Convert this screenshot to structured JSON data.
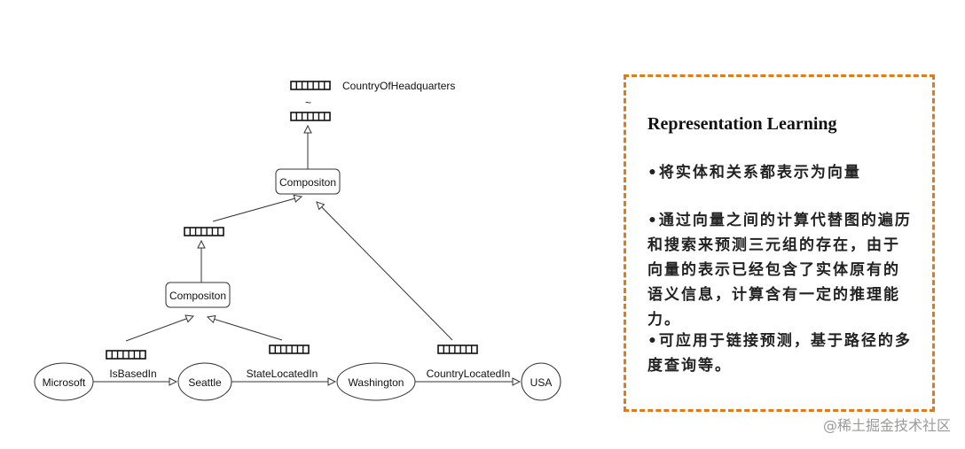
{
  "diagram": {
    "top_vector_label": "CountryOfHeadquarters",
    "similarity_symbol": "~",
    "composition_upper": "Compositon",
    "composition_lower": "Compositon",
    "nodes": {
      "microsoft": "Microsoft",
      "seattle": "Seattle",
      "washington": "Washington",
      "usa": "USA"
    },
    "relations": {
      "is_based_in": "IsBasedIn",
      "state_located_in": "StateLocatedIn",
      "country_located_in": "CountryLocatedIn"
    }
  },
  "panel": {
    "title": "Representation Learning",
    "bullets": [
      "•将实体和关系都表示为向量",
      "•通过向量之间的计算代替图的遍历和搜索来预测三元组的存在，由于向量的表示已经包含了实体原有的语义信息，计算含有一定的推理能力。",
      "•可应用于链接预测，基于路径的多度查询等。"
    ]
  },
  "watermark": "@稀土掘金技术社区",
  "colors": {
    "panel_border": "#e07b1a",
    "text": "#222222"
  }
}
